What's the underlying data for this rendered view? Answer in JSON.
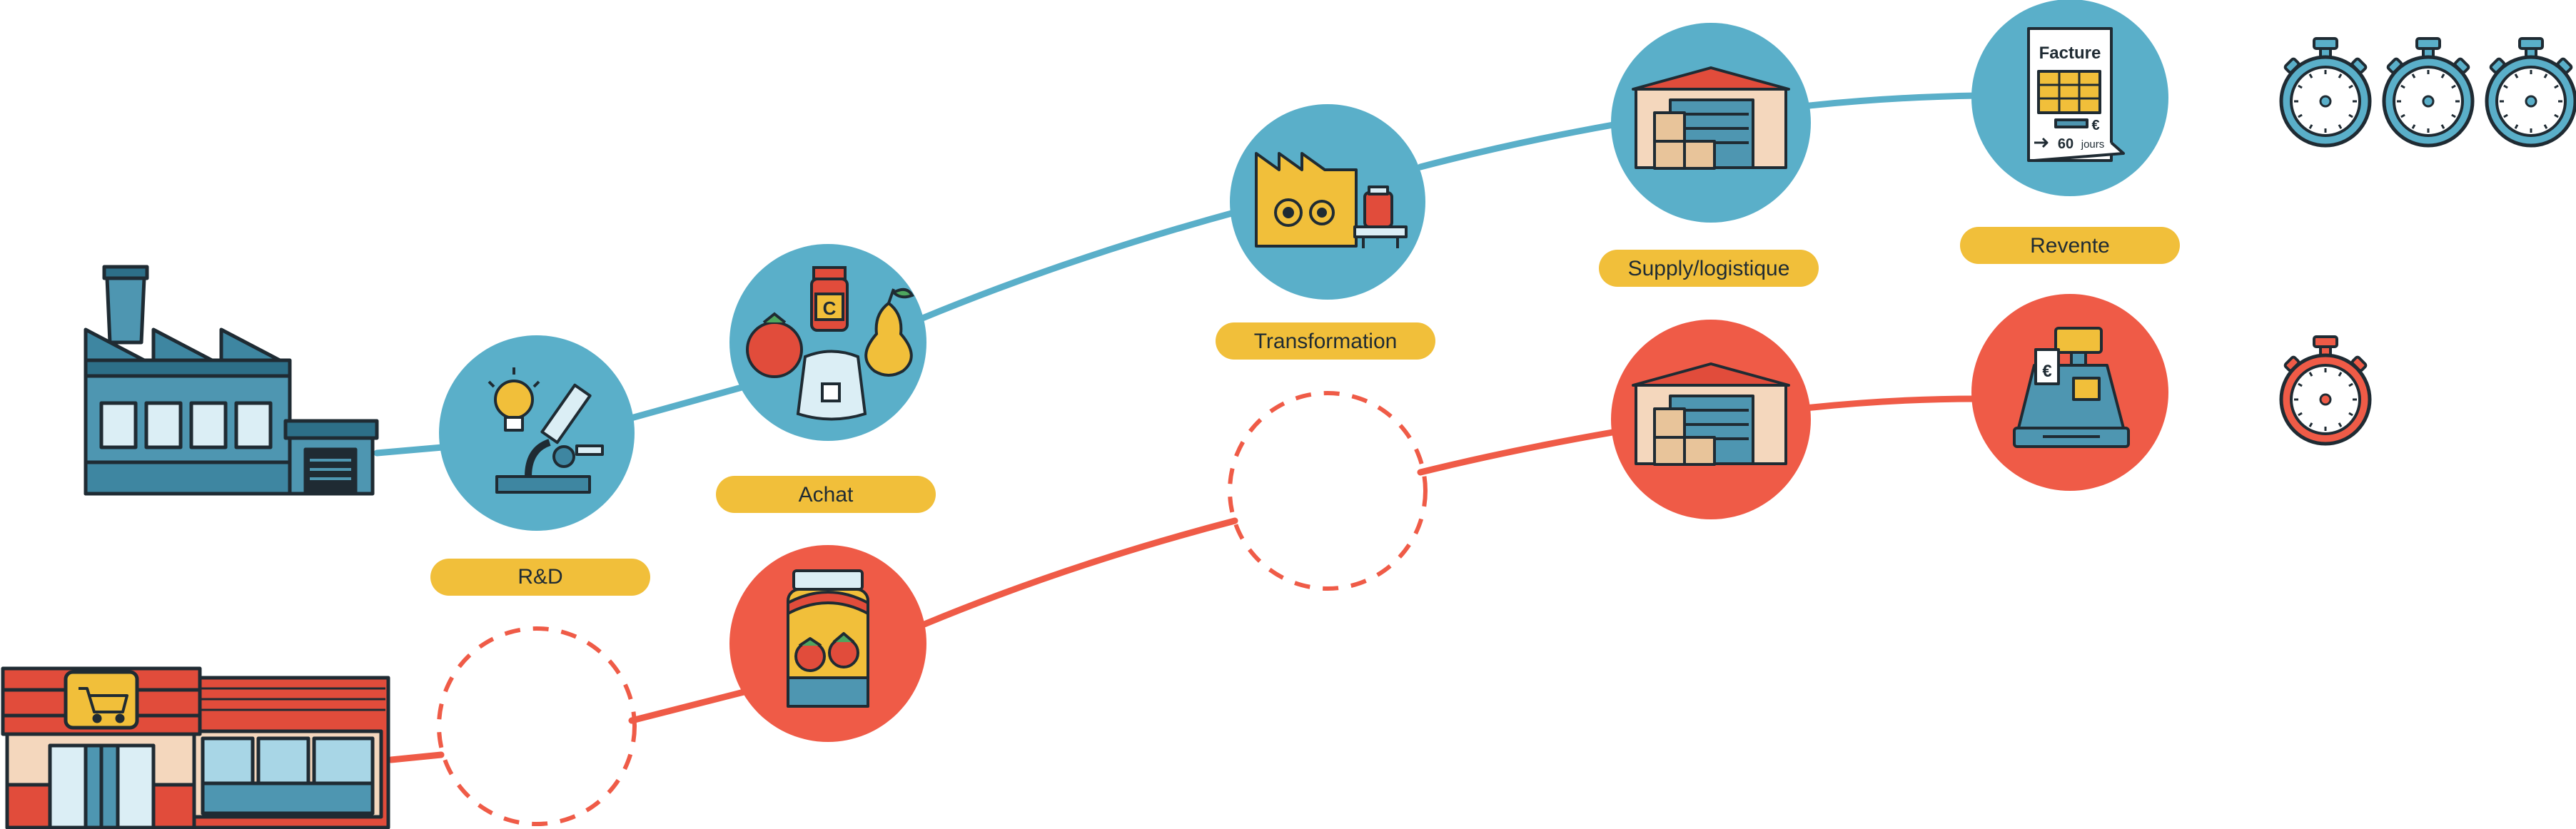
{
  "stages": [
    {
      "id": "rd",
      "label": "R&D"
    },
    {
      "id": "achat",
      "label": "Achat"
    },
    {
      "id": "transformation",
      "label": "Transformation"
    },
    {
      "id": "supply",
      "label": "Supply/logistique"
    },
    {
      "id": "revente",
      "label": "Revente"
    }
  ],
  "invoice": {
    "title": "Facture",
    "currency": "€",
    "days": "60",
    "days_unit": "jours"
  },
  "register": {
    "currency": "€"
  },
  "timers": {
    "top_count": 3,
    "bottom_count": 1
  },
  "colors": {
    "blue": "#5aafc9",
    "red": "#ef5b47",
    "yellow": "#f1bf3a",
    "dark": "#1f2b33",
    "factory": "#4e96b1",
    "shop_red": "#e14c3b",
    "cream": "#f4d7bd",
    "white": "#ffffff"
  }
}
